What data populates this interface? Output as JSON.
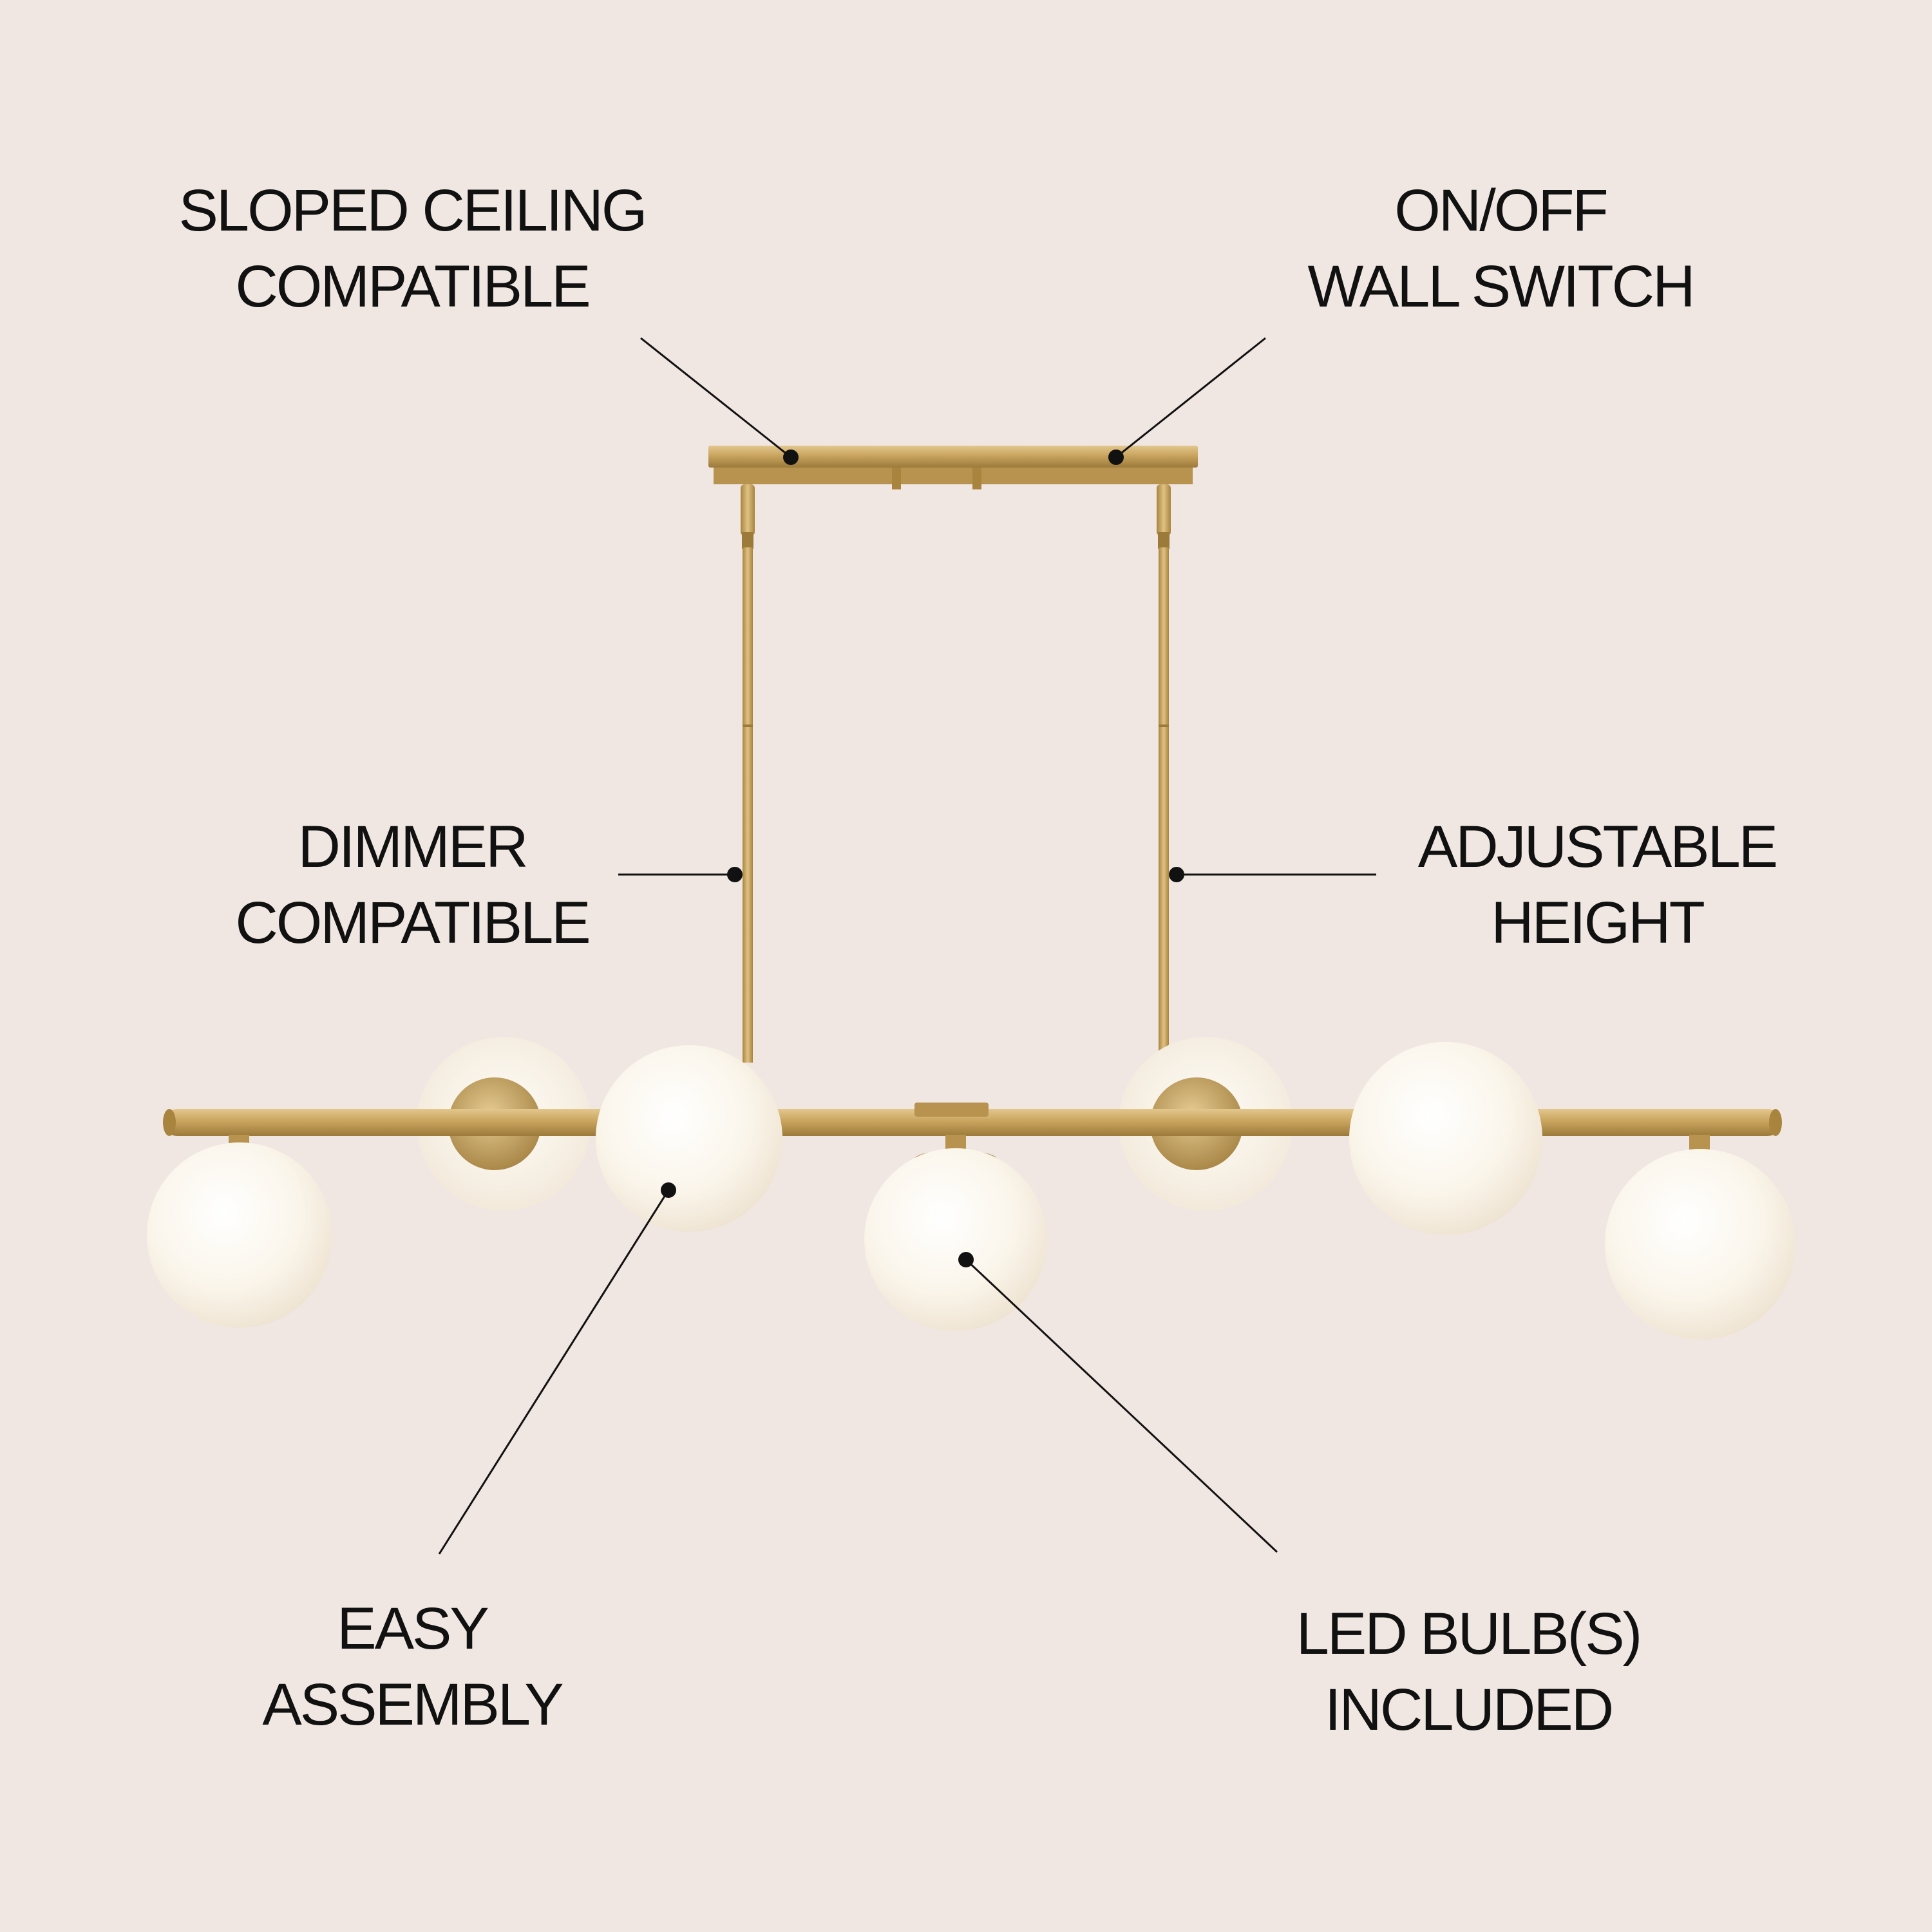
{
  "colors": {
    "background": "#f0e7e2",
    "text": "#111111",
    "brass": "#c9a45f",
    "brass_dark": "#9c7a3a",
    "glass": "#fbf6ec"
  },
  "callouts": {
    "sloped_ceiling": {
      "line1": "SLOPED CEILING",
      "line2": "COMPATIBLE"
    },
    "on_off": {
      "line1": "ON/OFF",
      "line2": "WALL SWITCH"
    },
    "dimmer": {
      "line1": "DIMMER",
      "line2": "COMPATIBLE"
    },
    "adjustable": {
      "line1": "ADJUSTABLE",
      "line2": "HEIGHT"
    },
    "easy": {
      "line1": "EASY",
      "line2": "ASSEMBLY"
    },
    "led": {
      "line1": "LED BULB(S)",
      "line2": "INCLUDED"
    }
  },
  "product": {
    "name": "chandelier",
    "globe_count": 7
  }
}
